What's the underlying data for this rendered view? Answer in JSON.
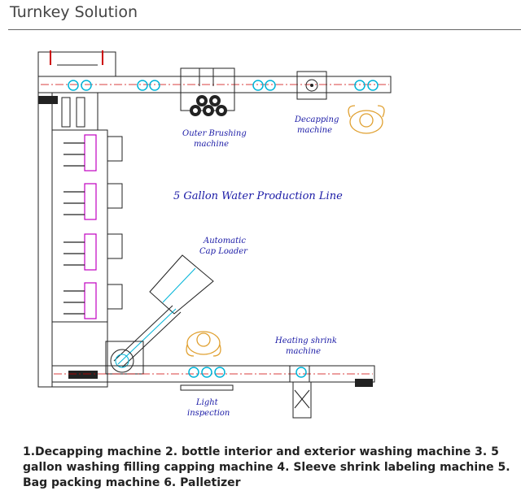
{
  "header": {
    "title": "Turnkey Solution"
  },
  "diagram": {
    "line_title": "5 Gallon Water Production Line",
    "labels": {
      "outer_brushing_1": "Outer Brushing",
      "outer_brushing_2": "machine",
      "decapping_1": "Decapping",
      "decapping_2": "machine",
      "cap_loader_1": "Automatic",
      "cap_loader_2": "Cap Loader",
      "heating_shrink_1": "Heating shrink",
      "heating_shrink_2": "machine",
      "light_inspection_1": "Light",
      "light_inspection_2": "inspection"
    },
    "colors": {
      "outline": "#222222",
      "conveyor": "#cc0000",
      "rollers": "#00b4d8",
      "text": "#1a1aa6",
      "operator": "#e0a030",
      "magenta": "#c000c0"
    }
  },
  "caption": "1.Decapping machine 2. bottle interior and exterior washing machine 3. 5 gallon washing filling capping machine 4. Sleeve shrink labeling machine 5. Bag packing machine 6. Palletizer"
}
